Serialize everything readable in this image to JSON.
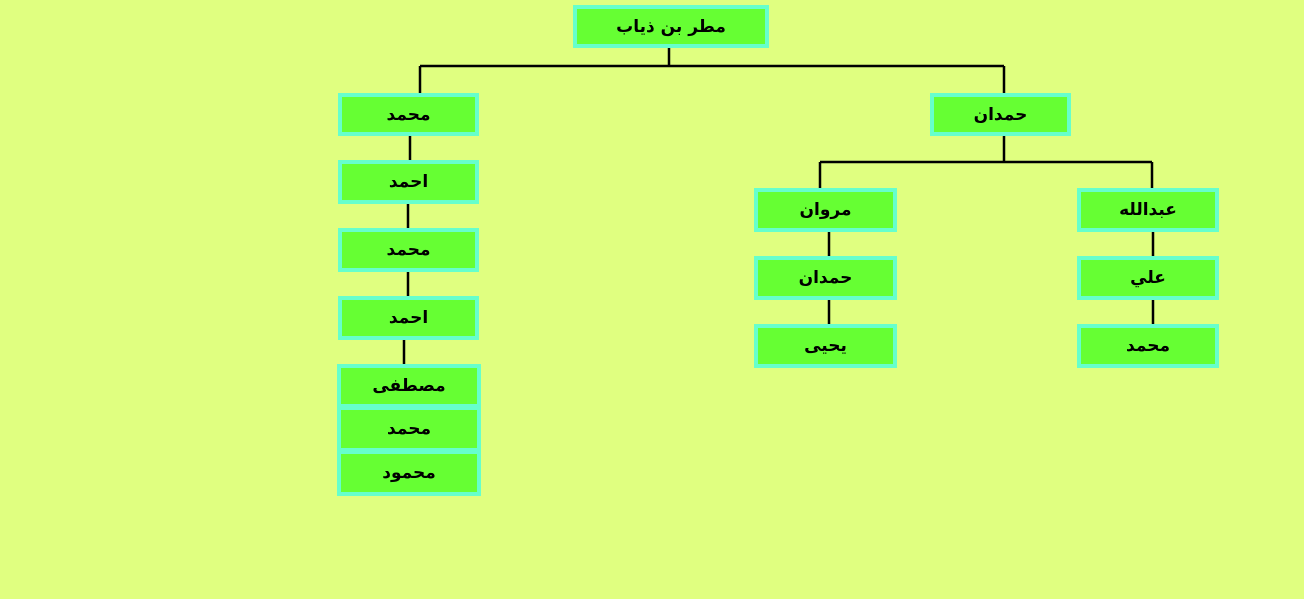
{
  "tree": {
    "root": "مطر بن ذياب",
    "left_branch": {
      "head": "محمد",
      "chain": [
        "احمد",
        "محمد",
        "احمد"
      ],
      "group": [
        "مصطفى",
        "محمد",
        "محمود"
      ]
    },
    "right_branch": {
      "head": "حمدان",
      "child_a": {
        "head": "مروان",
        "chain": [
          "حمدان",
          "يحيى"
        ]
      },
      "child_b": {
        "head": "عبدالله",
        "chain": [
          "علي",
          "محمد"
        ]
      }
    }
  },
  "colors": {
    "background": "#e0ff80",
    "node_fill": "#66ff33",
    "node_border": "#66ffcc",
    "line": "#000000"
  }
}
